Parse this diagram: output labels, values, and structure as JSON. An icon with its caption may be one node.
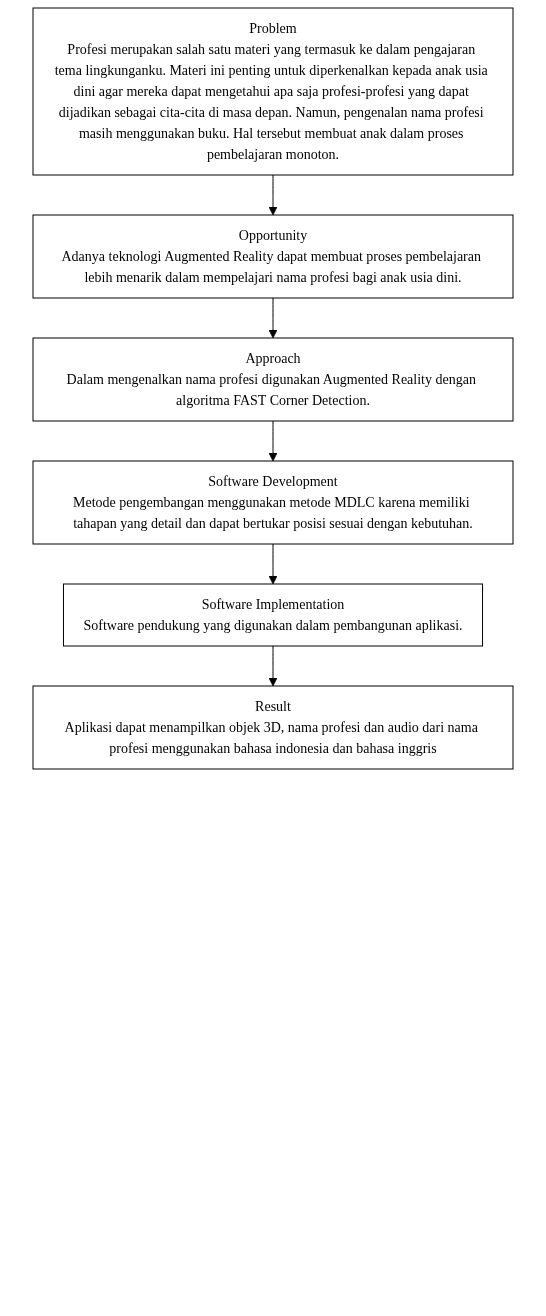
{
  "diagram": {
    "nodes": [
      {
        "text": [
          "Problem",
          "Profesi merupakan salah satu materi yang termasuk ke dalam pengajaran tema lingkunganku. Materi ini penting untuk diperkenalkan kepada anak usia dini agar mereka dapat mengetahui apa saja profesi-profesi yang dapat dijadikan sebagai cita-cita di masa depan. Namun, pengenalan nama profesi masih menggunakan buku. Hal tersebut membuat anak dalam proses pembelajaran monoton."
        ]
      },
      {
        "text": [
          "Opportunity",
          "Adanya teknologi Augmented Reality dapat membuat proses pembelajaran lebih menarik dalam mempelajari nama profesi bagi anak usia dini."
        ]
      },
      {
        "text": [
          "Approach",
          "Dalam mengenalkan nama profesi digunakan Augmented Reality dengan algoritma FAST Corner Detection."
        ]
      },
      {
        "text": [
          "Software Development",
          "Metode pengembangan menggunakan metode MDLC karena memiliki tahapan yang detail dan dapat bertukar posisi sesuai dengan kebutuhan."
        ]
      },
      {
        "text": [
          "Software Implementation",
          "Software pendukung yang digunakan dalam pembangunan aplikasi."
        ]
      },
      {
        "text": [
          "Result",
          "Aplikasi dapat menampilkan objek 3D, nama profesi dan audio dari nama profesi menggunakan bahasa indonesia dan bahasa inggris"
        ]
      }
    ],
    "edges": [
      {
        "from": 0,
        "to": 1,
        "arrow": "to"
      },
      {
        "from": 1,
        "to": 2,
        "arrow": "to"
      },
      {
        "from": 2,
        "to": 3,
        "arrow": "to"
      },
      {
        "from": 3,
        "to": 4,
        "arrow": "to"
      },
      {
        "from": 4,
        "to": 5,
        "arrow": "to"
      }
    ]
  }
}
